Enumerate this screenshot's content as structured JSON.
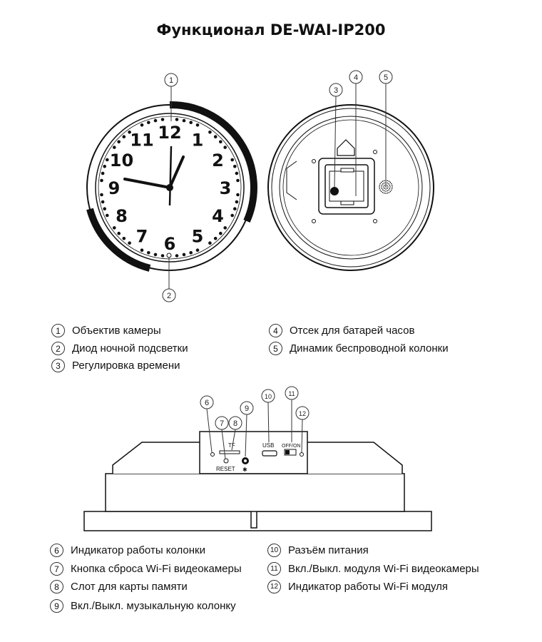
{
  "title": "Функционал DE-WAI-IP200",
  "clock_face": {
    "numbers": [
      "12",
      "1",
      "2",
      "3",
      "4",
      "5",
      "6",
      "7",
      "8",
      "9",
      "10",
      "11"
    ]
  },
  "callouts": [
    "1",
    "2",
    "3",
    "4",
    "5",
    "6",
    "7",
    "8",
    "9",
    "10",
    "11",
    "12"
  ],
  "panel": {
    "tf_label": "TF",
    "reset_label": "RESET",
    "usb_label": "USB",
    "switch_label": "OFF/ON",
    "bt_symbol": "✱"
  },
  "legend_top": [
    {
      "num": "1",
      "text": "Объектив камеры"
    },
    {
      "num": "2",
      "text": "Диод ночной подсветки"
    },
    {
      "num": "3",
      "text": "Регулировка времени"
    },
    {
      "num": "4",
      "text": "Отсек для батарей часов"
    },
    {
      "num": "5",
      "text": "Динамик беспроводной колонки"
    }
  ],
  "legend_bottom": [
    {
      "num": "6",
      "text": "Индикатор работы колонки"
    },
    {
      "num": "7",
      "text": "Кнопка сброса Wi-Fi видеокамеры"
    },
    {
      "num": "8",
      "text": "Слот для карты памяти"
    },
    {
      "num": "9",
      "text": "Вкл./Выкл. музыкальную колонку"
    },
    {
      "num": "10",
      "text": "Разъём питания"
    },
    {
      "num": "11",
      "text": "Вкл./Выкл. модуля Wi-Fi видеокамеры"
    },
    {
      "num": "12",
      "text": "Индикатор работы Wi-Fi модуля"
    }
  ]
}
